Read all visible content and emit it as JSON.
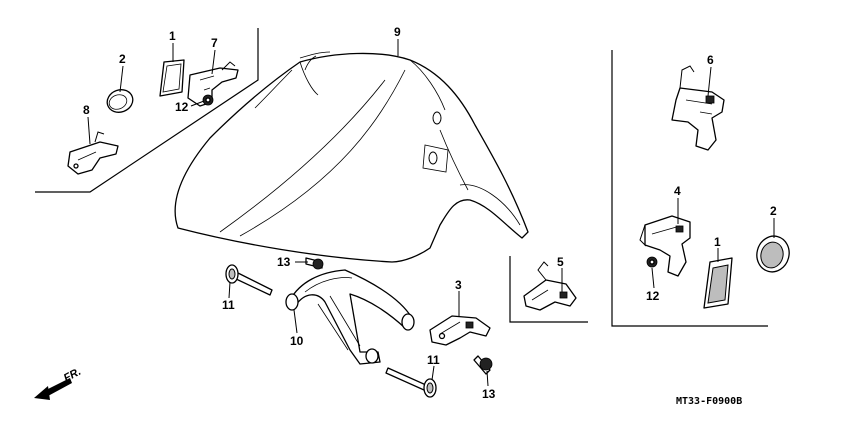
{
  "callouts": {
    "c1a": "1",
    "c2a": "2",
    "c7": "7",
    "c12a": "12",
    "c8": "8",
    "c9": "9",
    "c6": "6",
    "c4": "4",
    "c2b": "2",
    "c1b": "1",
    "c12b": "12",
    "c5": "5",
    "c13a": "13",
    "c11a": "11",
    "c3": "3",
    "c10": "10",
    "c11b": "11",
    "c13b": "13"
  },
  "direction_label": "FR.",
  "diagram_code": "MT33-F0900B"
}
